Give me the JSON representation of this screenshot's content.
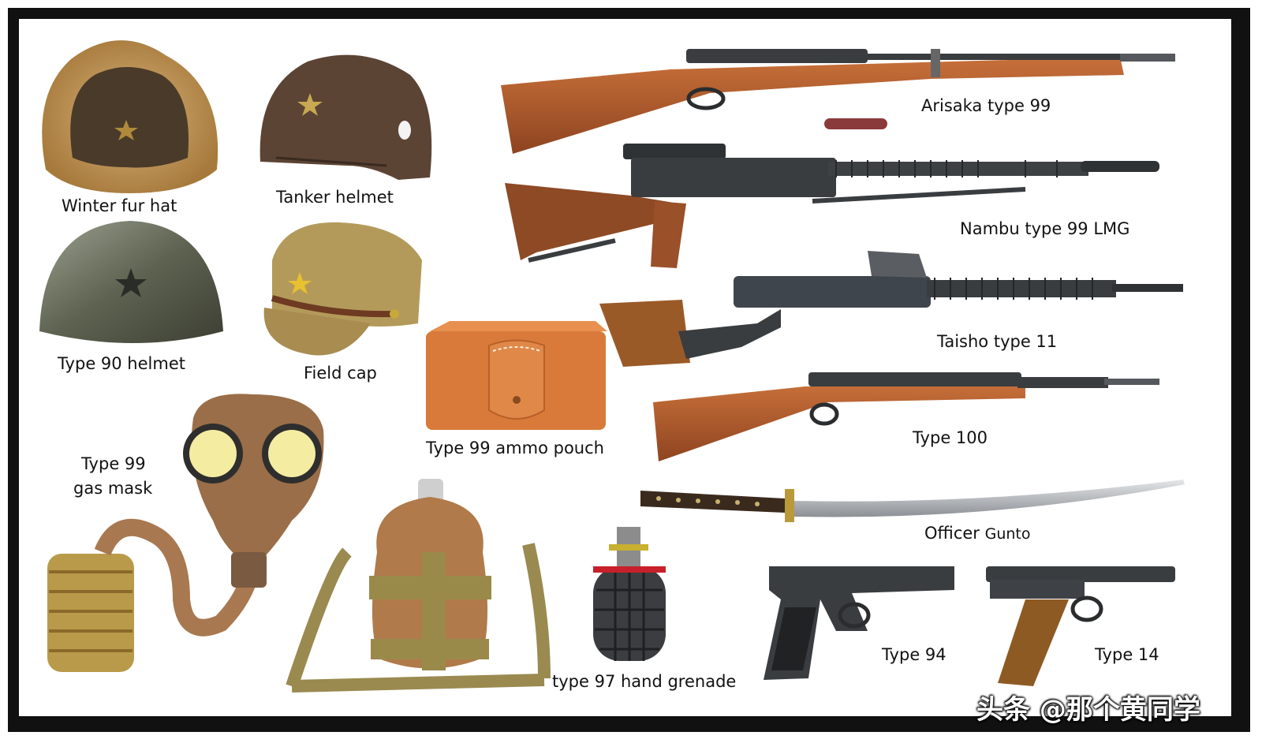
{
  "items": {
    "winter_fur_hat": "Winter fur hat",
    "tanker_helmet": "Tanker helmet",
    "type90_helmet": "Type 90 helmet",
    "field_cap": "Field cap",
    "ammo_pouch": "Type 99 ammo pouch",
    "gas_mask_line1": "Type 99",
    "gas_mask_line2": "gas mask",
    "arisaka": "Arisaka type 99",
    "nambu_lmg": "Nambu type 99 LMG",
    "taisho": "Taisho type 11",
    "type100": "Type 100",
    "officer": "Officer",
    "gunto": "Gunto",
    "grenade": "type 97 hand grenade",
    "type94": "Type 94",
    "type14": "Type 14"
  },
  "watermark": "头条 @那个黄同学",
  "colors": {
    "frame": "#111111",
    "wood": "#b5612e",
    "metal": "#3a3d40",
    "leather": "#d97a3a",
    "khaki": "#b49a5a"
  }
}
